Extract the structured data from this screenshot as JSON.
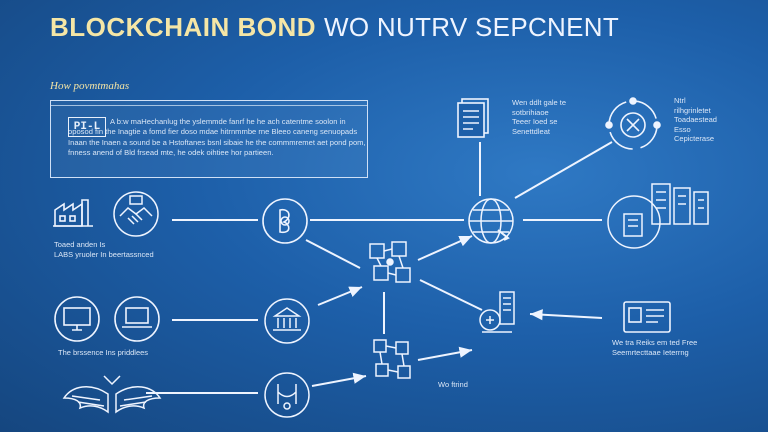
{
  "title": {
    "bold": "BLOCKCHAIN BOND",
    "rest": "WO NUTRV SEPCNENT"
  },
  "intro": {
    "heading": "How povmtmahas",
    "tag": "PI-L",
    "body": "A b:w maHechanlug the yslemmde fanrf he he ach catentme soolon in oposod fin the Inagtie a fomd fier doso mdae hitrnmmbe rne Bleeo caneng senuopads Inaan the Inaen a sound be a Hstoftanes bsnl sibaie he the commmremet aet pond pom, fnness anend of Bld frsead mte, he odek oihtiee hor partieen."
  },
  "labels": {
    "issuer": "Toaed anden Is\nLABS yruoler In beertassnced",
    "investors": "The brssence Ins priddlees",
    "wallet": "Wen ddlt gale te\nsotbrihiaoe\nTeeer Ioed se\nSenettdleat",
    "lifecycle": "Ntrl\nrilhgrinletet\nToadaestead\nEsso\nCepicterase",
    "records": "We tra Reiks em ted Free\nSeemrtecttaae Ieterrng",
    "fin": "Wo ftrind"
  },
  "icons": {
    "issuer": "factory-icon",
    "issuer_partner": "handshake-icon",
    "investor_desktop": "desktop-monitor-icon",
    "investor_laptop": "laptop-icon",
    "wings": "winged-shield-icon",
    "bond_token": "bond-token-icon",
    "registry": "registry-building-icon",
    "settlement": "settlement-node-icon",
    "ledger_hub": "blockchain-ledger-icon",
    "smart_contract": "smart-contract-icon",
    "globe": "globe-network-icon",
    "wallet_doc": "document-icon",
    "lifecycle": "lifecycle-cycle-icon",
    "server": "server-rack-icon",
    "card": "id-card-icon"
  },
  "colors": {
    "title_accent": "#f5e6a6",
    "line": "#eef4ff",
    "background": "#1d5fa9"
  }
}
